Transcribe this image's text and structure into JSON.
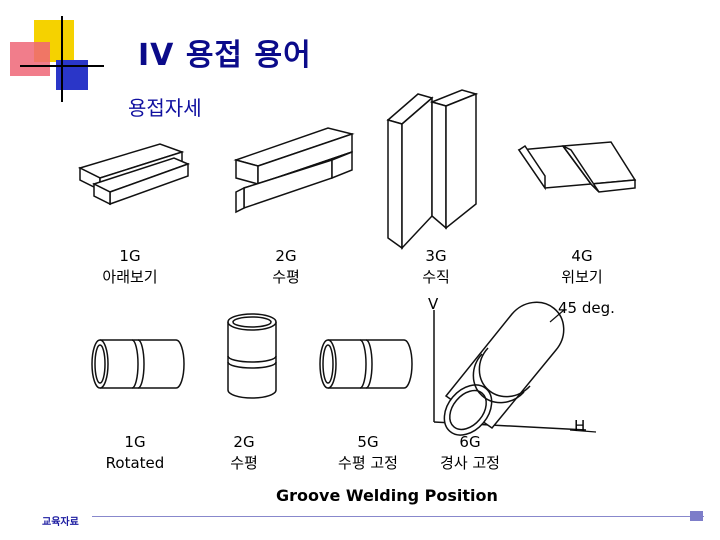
{
  "header": {
    "title": "IV 용접 용어",
    "subtitle": "용접자세"
  },
  "plates": [
    {
      "code": "1G",
      "name": "아래보기"
    },
    {
      "code": "2G",
      "name": "수평"
    },
    {
      "code": "3G",
      "name": "수직"
    },
    {
      "code": "4G",
      "name": "위보기"
    }
  ],
  "pipes": [
    {
      "code": "1G",
      "name": "Rotated"
    },
    {
      "code": "2G",
      "name": "수평"
    },
    {
      "code": "5G",
      "name": "수평 고정"
    },
    {
      "code": "6G",
      "name": "경사 고정"
    }
  ],
  "axis_labels": {
    "vertical": "V",
    "horizontal": "H",
    "angle": "45 deg."
  },
  "caption": "Groove Welding Position",
  "footer": "교육자료",
  "colors": {
    "title": "#0b0b8a",
    "logo_yellow": "#f5d200",
    "logo_pink": "#ee6677",
    "logo_blue": "#2a36c8",
    "accent_line": "#8888cc"
  }
}
